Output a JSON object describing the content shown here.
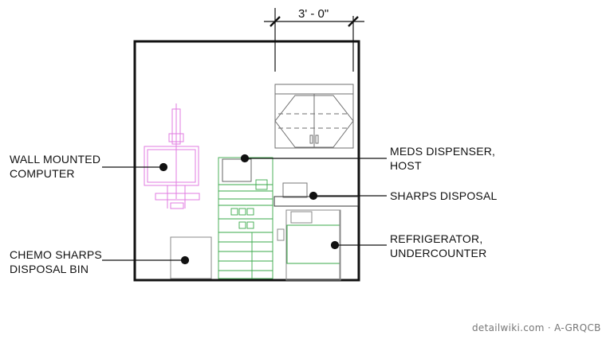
{
  "dimension": {
    "text": "3' - 0\""
  },
  "callouts": {
    "wall_computer": {
      "line1": "WALL MOUNTED",
      "line2": "COMPUTER"
    },
    "chemo_bin": {
      "line1": "CHEMO SHARPS",
      "line2": "DISPOSAL BIN"
    },
    "meds_dispenser": {
      "line1": "MEDS DISPENSER,",
      "line2": "HOST"
    },
    "sharps_disposal": {
      "line1": "SHARPS DISPOSAL"
    },
    "refrigerator": {
      "line1": "REFRIGERATOR,",
      "line2": "UNDERCOUNTER"
    }
  },
  "credit": {
    "text": "detailwiki.com · A-GRQCB"
  },
  "colors": {
    "ink": "#111111",
    "computer": "#e07be0",
    "dispenser": "#3aa84a",
    "furniture": "#8a8a8a"
  }
}
